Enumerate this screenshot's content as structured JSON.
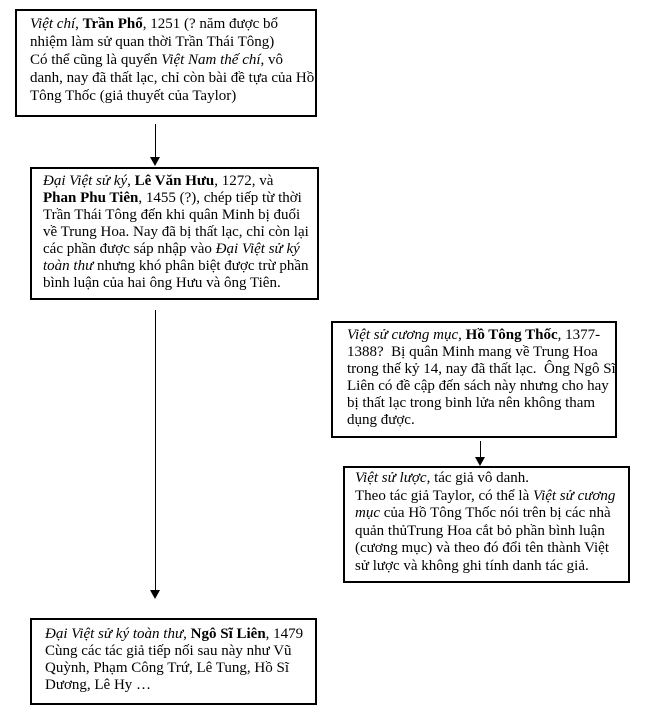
{
  "colors": {
    "background": "#ffffff",
    "box_border": "#000000",
    "text": "#000000",
    "arrow": "#000000"
  },
  "arrows": [
    {
      "from": "box-viet-chi",
      "to": "box-dai-viet-su-ky"
    },
    {
      "from": "box-dai-viet-su-ky",
      "to": "box-dai-viet-su-ky-toan-thu"
    },
    {
      "from": "box-viet-su-cuong-muc",
      "to": "box-viet-su-luoc"
    }
  ],
  "boxes": [
    {
      "name": "viet-chi",
      "lines": [
        {
          "segs": [
            {
              "t": "Việt chí",
              "st": "i"
            },
            {
              "t": ", ",
              "st": "n"
            },
            {
              "t": "Trần Phổ",
              "st": "b"
            },
            {
              "t": ", 1251 (? năm được bổ",
              "st": "n"
            }
          ]
        },
        {
          "segs": [
            {
              "t": "nhiệm làm sử quan thời Trần Thái Tông)",
              "st": "n"
            }
          ]
        },
        {
          "segs": [
            {
              "t": "Có thể cũng là quyển ",
              "st": "n"
            },
            {
              "t": "Việt Nam thế chí",
              "st": "i"
            },
            {
              "t": ", vô",
              "st": "n"
            }
          ]
        },
        {
          "segs": [
            {
              "t": "danh, nay đã thất lạc, chỉ còn bài đề tựa của Hồ",
              "st": "n"
            }
          ]
        },
        {
          "segs": [
            {
              "t": "Tông Thốc (giả thuyết của Taylor)",
              "st": "n"
            }
          ]
        }
      ]
    },
    {
      "name": "dai-viet-su-ky",
      "lines": [
        {
          "segs": [
            {
              "t": "Đại Việt sử ký",
              "st": "i"
            },
            {
              "t": ", ",
              "st": "n"
            },
            {
              "t": "Lê Văn Hưu",
              "st": "b"
            },
            {
              "t": ", 1272, và",
              "st": "n"
            }
          ]
        },
        {
          "segs": [
            {
              "t": "Phan Phu Tiên",
              "st": "b"
            },
            {
              "t": ", 1455 (?), chép tiếp từ thời",
              "st": "n"
            }
          ]
        },
        {
          "segs": [
            {
              "t": "Trần Thái Tông đến khi quân Minh bị đuổi",
              "st": "n"
            }
          ]
        },
        {
          "segs": [
            {
              "t": "về Trung Hoa. Nay đã bị thất lạc, chỉ còn lại",
              "st": "n"
            }
          ]
        },
        {
          "segs": [
            {
              "t": "các phần được sáp nhập vào ",
              "st": "n"
            },
            {
              "t": "Đại Việt sử ký",
              "st": "i"
            }
          ]
        },
        {
          "segs": [
            {
              "t": "toàn thư",
              "st": "i"
            },
            {
              "t": " nhưng khó phân biệt được trừ phần",
              "st": "n"
            }
          ]
        },
        {
          "segs": [
            {
              "t": "bình luận của hai ông Hưu và ông Tiên.",
              "st": "n"
            }
          ]
        }
      ]
    },
    {
      "name": "viet-su-cuong-muc",
      "lines": [
        {
          "segs": [
            {
              "t": "Việt sử cương mục",
              "st": "i"
            },
            {
              "t": ", ",
              "st": "n"
            },
            {
              "t": "Hồ Tông Thốc",
              "st": "b"
            },
            {
              "t": ", 1377-",
              "st": "n"
            }
          ]
        },
        {
          "segs": [
            {
              "t": "1388?  Bị quân Minh mang về Trung Hoa",
              "st": "n"
            }
          ]
        },
        {
          "segs": [
            {
              "t": "trong thế kỷ 14, nay đã thất lạc.  Ông Ngô Sĩ",
              "st": "n"
            }
          ]
        },
        {
          "segs": [
            {
              "t": "Liên có đề cập đến sách này nhưng cho hay",
              "st": "n"
            }
          ]
        },
        {
          "segs": [
            {
              "t": "bị thất lạc trong binh lửa nên không tham",
              "st": "n"
            }
          ]
        },
        {
          "segs": [
            {
              "t": "dụng được.",
              "st": "n"
            }
          ]
        }
      ]
    },
    {
      "name": "viet-su-luoc",
      "lines": [
        {
          "segs": [
            {
              "t": "Việt sử lược",
              "st": "i"
            },
            {
              "t": ", tác giả vô danh.",
              "st": "n"
            }
          ]
        },
        {
          "segs": [
            {
              "t": "Theo tác giả Taylor, có thể là ",
              "st": "n"
            },
            {
              "t": "Việt sử cương",
              "st": "i"
            }
          ]
        },
        {
          "segs": [
            {
              "t": "mục",
              "st": "i"
            },
            {
              "t": " của Hồ Tông Thốc nói trên bị các nhà",
              "st": "n"
            }
          ]
        },
        {
          "segs": [
            {
              "t": "quản thủTrung Hoa cắt bỏ phần bình luận",
              "st": "n"
            }
          ]
        },
        {
          "segs": [
            {
              "t": "(cương mục) và theo đó đổi tên thành Việt",
              "st": "n"
            }
          ]
        },
        {
          "segs": [
            {
              "t": "sử lược và không ghi tính danh tác giả.",
              "st": "n"
            }
          ]
        }
      ]
    },
    {
      "name": "dai-viet-su-ky-toan-thu",
      "lines": [
        {
          "segs": [
            {
              "t": "Đại Việt sử ký toàn thư",
              "st": "i"
            },
            {
              "t": ", ",
              "st": "n"
            },
            {
              "t": "Ngô Sĩ Liên",
              "st": "b"
            },
            {
              "t": ", 1479",
              "st": "n"
            }
          ]
        },
        {
          "segs": [
            {
              "t": "Cùng các tác giả tiếp nối sau này như Vũ",
              "st": "n"
            }
          ]
        },
        {
          "segs": [
            {
              "t": "Quỳnh, Phạm Công Trứ, Lê Tung, Hồ Sĩ",
              "st": "n"
            }
          ]
        },
        {
          "segs": [
            {
              "t": "Dương, Lê Hy …",
              "st": "n"
            }
          ]
        }
      ]
    }
  ]
}
